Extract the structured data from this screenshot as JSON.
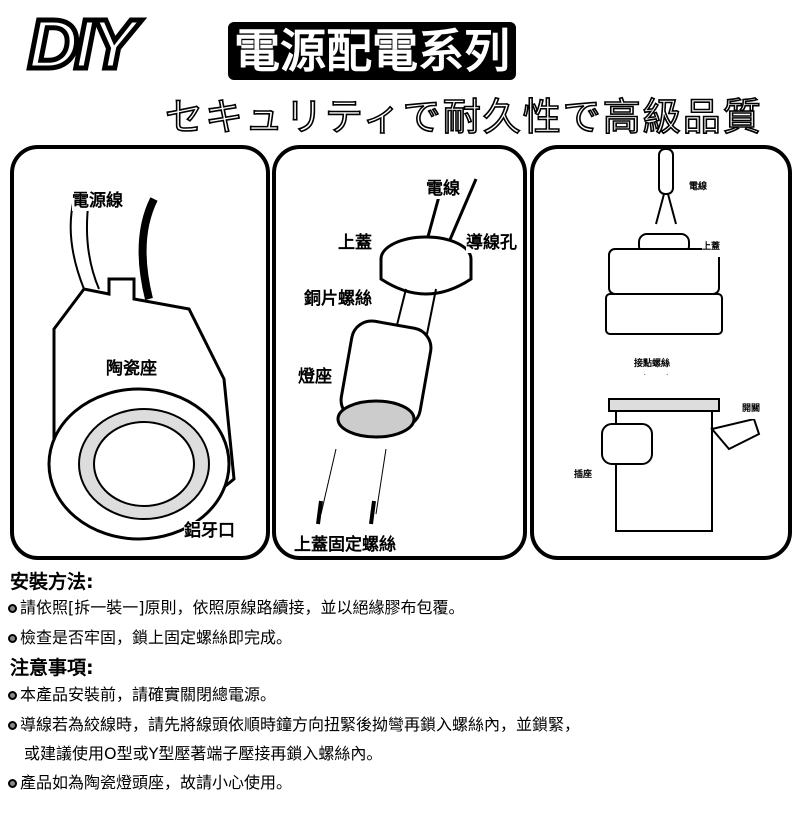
{
  "header": {
    "brand": "DIY",
    "series": "電源配電系列",
    "subtitle": "セキュリティで耐久性で高級品質"
  },
  "panels": [
    {
      "labels": [
        "電源線",
        "陶瓷座",
        "鋁牙口"
      ]
    },
    {
      "labels": [
        "電線",
        "上蓋",
        "導線孔",
        "銅片螺絲",
        "燈座",
        "上蓋固定螺絲"
      ]
    },
    {
      "labels": [
        "電線",
        "上蓋",
        "接點螺絲",
        "開關",
        "插座"
      ]
    }
  ],
  "install": {
    "heading": "安裝方法:",
    "items": [
      "請依照[拆一裝一]原則，依照原線路續接，並以絕緣膠布包覆。",
      "檢查是否牢固，鎖上固定螺絲即完成。"
    ]
  },
  "notes": {
    "heading": "注意事項:",
    "items": [
      "本產品安裝前，請確實關閉總電源。",
      "導線若為絞線時，請先將線頭依順時鐘方向扭緊後拗彎再鎖入螺絲內，並鎖緊，",
      "或建議使用O型或Y型壓著端子壓接再鎖入螺絲內。",
      "產品如為陶瓷燈頭座，故請小心使用。"
    ]
  }
}
